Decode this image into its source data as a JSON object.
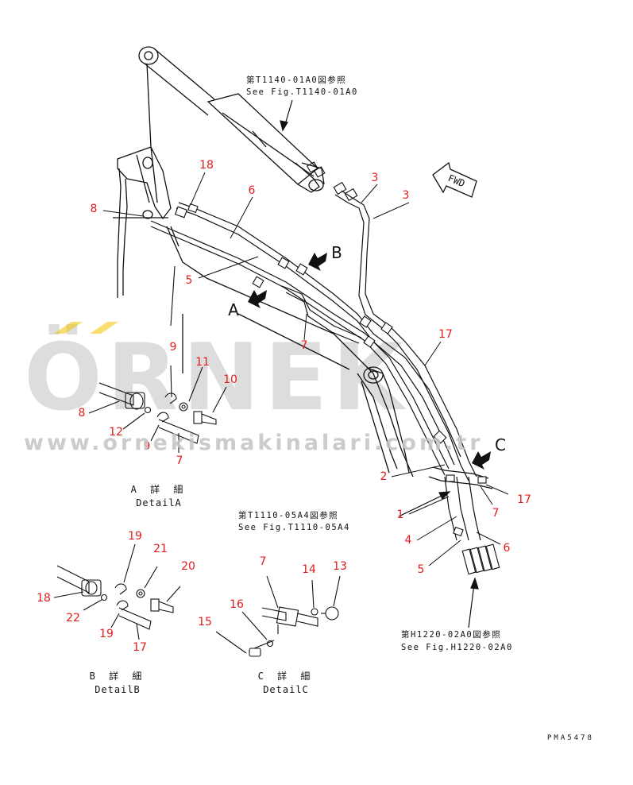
{
  "watermark": {
    "big": "ÖRNEK",
    "url": "www.ornekismakinalari.com.tr",
    "accent_color": "#f2c200"
  },
  "labels": {
    "n18_top": "18",
    "n6_top": "6",
    "n3_a": "3",
    "n3_b": "3",
    "n8_main": "8",
    "n5_main": "5",
    "a_arrow": "A",
    "b_arrow": "B",
    "n7_main": "7",
    "n17_top": "17",
    "c_arrow": "C",
    "n2": "2",
    "n17_right": "17",
    "n7_right": "7",
    "n1": "1",
    "n4": "4",
    "n6_right": "6",
    "n5_lower": "5",
    "da_9a": "9",
    "da_11": "11",
    "da_10": "10",
    "da_8": "8",
    "da_12": "12",
    "da_9b": "9",
    "da_7": "7",
    "db_19a": "19",
    "db_21": "21",
    "db_20": "20",
    "db_18": "18",
    "db_22": "22",
    "db_19b": "19",
    "db_17": "17",
    "dc_7": "7",
    "dc_14": "14",
    "dc_13": "13",
    "dc_16": "16",
    "dc_15": "15"
  },
  "refs": {
    "r1_jp": "第T1140-01A0図参照",
    "r1_en": "See Fig.T1140-01A0",
    "r2_jp": "第T1110-05A4図参照",
    "r2_en": "See Fig.T1110-05A4",
    "r3_jp": "第H1220-02A0図参照",
    "r3_en": "See Fig.H1220-02A0"
  },
  "details": {
    "a_jp": "A 詳 細",
    "a_en": "DetailA",
    "b_jp": "B 詳 細",
    "b_en": "DetailB",
    "c_jp": "C 詳 細",
    "c_en": "DetailC"
  },
  "fwd": "FWD",
  "part_number": "PMA5478",
  "colors": {
    "label": "#e31b1b",
    "line": "#111111"
  }
}
